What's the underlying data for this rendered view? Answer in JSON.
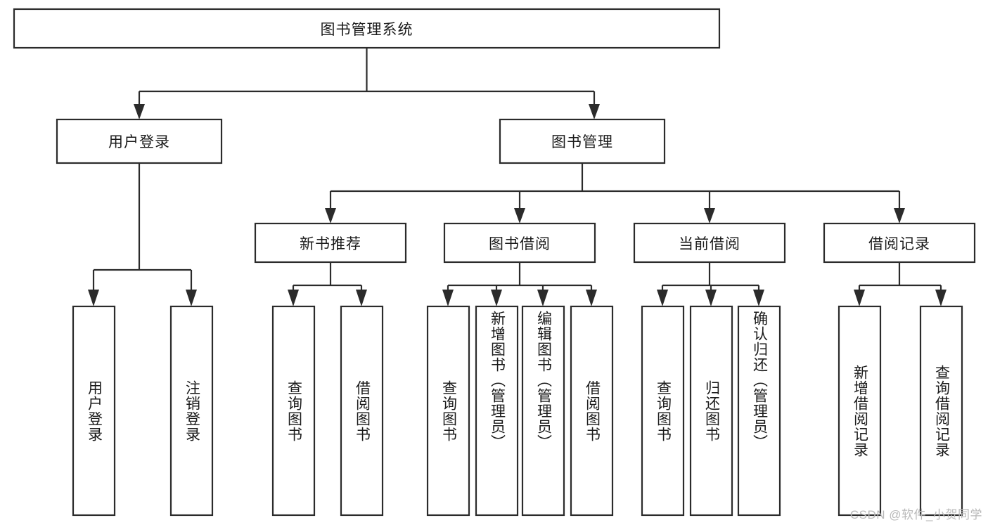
{
  "diagram": {
    "type": "hierarchy-tree",
    "orientation": "top-down",
    "root": {
      "id": "root",
      "label": "图书管理系统"
    },
    "level2": [
      {
        "id": "user-login",
        "label": "用户登录"
      },
      {
        "id": "book-manage",
        "label": "图书管理"
      }
    ],
    "level3": [
      {
        "id": "new-book-recommend",
        "label": "新书推荐",
        "parent": "book-manage"
      },
      {
        "id": "book-borrow",
        "label": "图书借阅",
        "parent": "book-manage"
      },
      {
        "id": "current-borrow",
        "label": "当前借阅",
        "parent": "book-manage"
      },
      {
        "id": "borrow-record",
        "label": "借阅记录",
        "parent": "book-manage"
      }
    ],
    "leaves": [
      {
        "id": "leaf-user-login",
        "label": "用户登录",
        "parent": "user-login"
      },
      {
        "id": "leaf-user-logout",
        "label": "注销登录",
        "parent": "user-login"
      },
      {
        "id": "leaf-query-book-1",
        "label": "查询图书",
        "parent": "new-book-recommend"
      },
      {
        "id": "leaf-borrow-book-1",
        "label": "借阅图书",
        "parent": "new-book-recommend"
      },
      {
        "id": "leaf-query-book-2",
        "label": "查询图书",
        "parent": "book-borrow"
      },
      {
        "id": "leaf-add-book",
        "label": "新增图书（管理员）",
        "parent": "book-borrow"
      },
      {
        "id": "leaf-edit-book",
        "label": "编辑图书（管理员）",
        "parent": "book-borrow"
      },
      {
        "id": "leaf-borrow-book-2",
        "label": "借阅图书",
        "parent": "book-borrow"
      },
      {
        "id": "leaf-query-book-3",
        "label": "查询图书",
        "parent": "current-borrow"
      },
      {
        "id": "leaf-return-book",
        "label": "归还图书",
        "parent": "current-borrow"
      },
      {
        "id": "leaf-confirm-return",
        "label": "确认归还（管理员）",
        "parent": "current-borrow"
      },
      {
        "id": "leaf-add-record",
        "label": "新增借阅记录",
        "parent": "borrow-record"
      },
      {
        "id": "leaf-query-record",
        "label": "查询借阅记录",
        "parent": "borrow-record"
      }
    ],
    "colors": {
      "box_stroke": "#2b2b2b",
      "box_fill": "#ffffff",
      "text": "#1a1a1a",
      "background": "#ffffff",
      "watermark": "#b9b9b9"
    }
  },
  "watermark": {
    "text": "CSDN @软件_小贺同学"
  }
}
